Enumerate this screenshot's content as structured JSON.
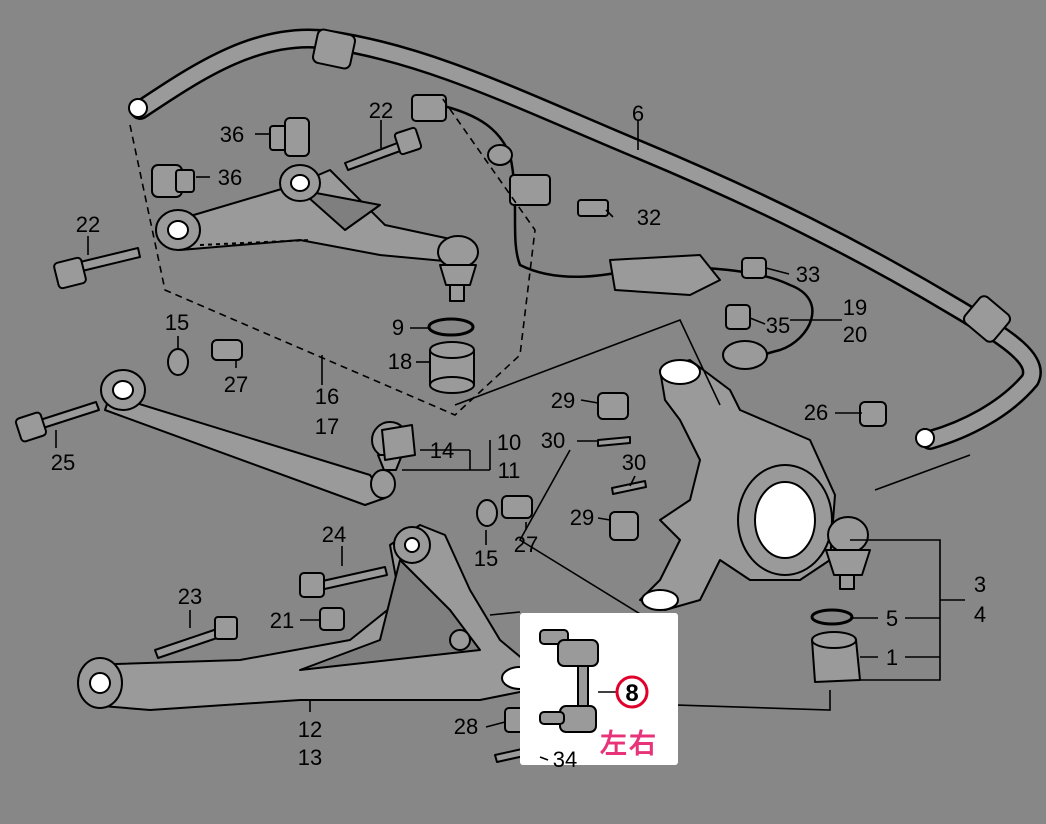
{
  "colors": {
    "background": "#878787",
    "part_fill": "#9a9a9a",
    "part_line": "#000000",
    "highlight_box": "#ffffff",
    "highlight_ring": "#e0002a",
    "side_label_color": "#e8327a"
  },
  "labels": {
    "p1": "1",
    "p3": "3",
    "p4": "4",
    "p5": "5",
    "p6": "6",
    "p8": "8",
    "p9": "9",
    "p10": "10",
    "p11": "11",
    "p12": "12",
    "p13": "13",
    "p14": "14",
    "p15a": "15",
    "p15b": "15",
    "p16": "16",
    "p17": "17",
    "p18": "18",
    "p19": "19",
    "p20": "20",
    "p21": "21",
    "p22a": "22",
    "p22b": "22",
    "p23": "23",
    "p24": "24",
    "p25": "25",
    "p26": "26",
    "p27a": "27",
    "p27b": "27",
    "p28": "28",
    "p29a": "29",
    "p29b": "29",
    "p30a": "30",
    "p30b": "30",
    "p32": "32",
    "p33": "33",
    "p34": "34",
    "p35": "35",
    "p36a": "36",
    "p36b": "36"
  },
  "highlight": {
    "part": "8",
    "side_label": "左右"
  }
}
